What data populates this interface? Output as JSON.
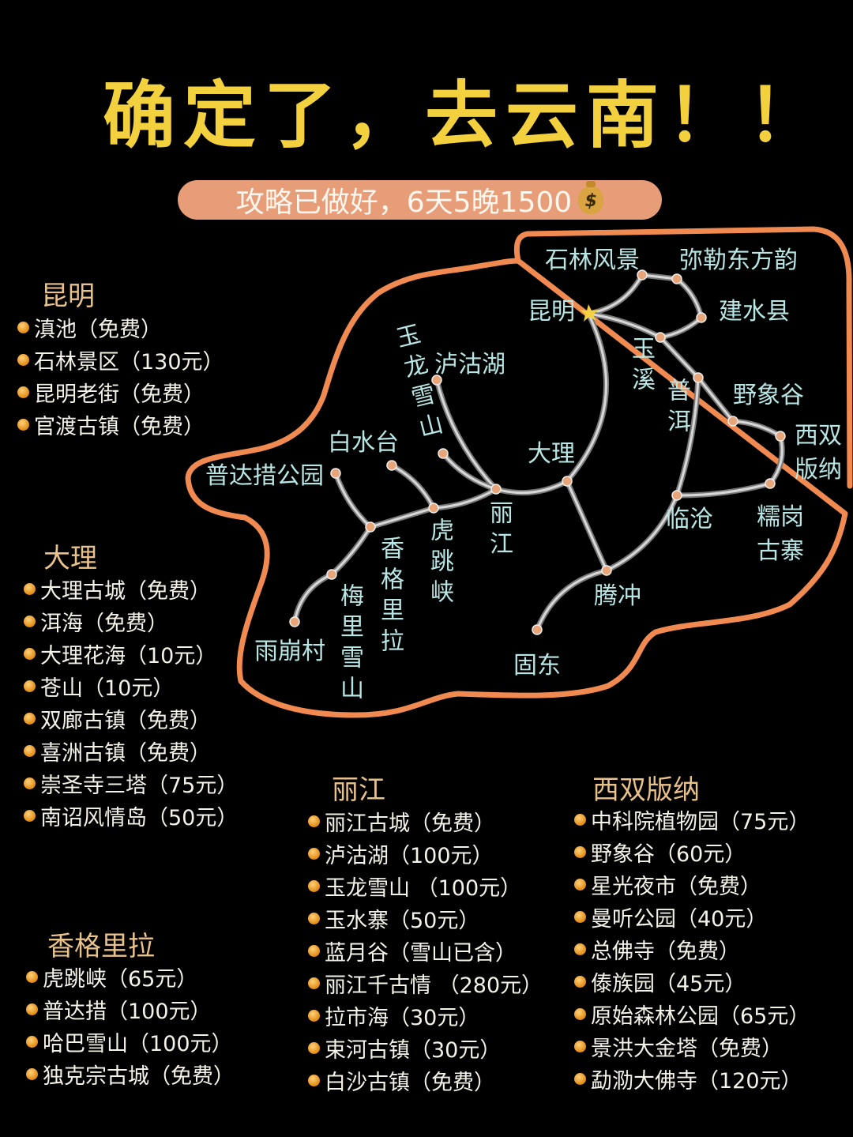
{
  "title": "确定了，去云南！！",
  "subtitle": "攻略已做好，6天5晚1500",
  "subtitle_icon": "money-bag-icon",
  "colors": {
    "title": "#f2d03e",
    "pill": "#e79d78",
    "outline": "#f08a50",
    "route": "#c8c8c8",
    "node": "#e9a57a",
    "map_label": "#b8e6e4",
    "section_header": "#e8c28a",
    "bullet": "#e28a12"
  },
  "map": {
    "labels": [
      "石林风景",
      "弥勒东方韵",
      "昆明",
      "建水县",
      "玉溪",
      "普洱",
      "野象谷",
      "西双版纳",
      "泸沽湖",
      "玉龙雪山",
      "白水台",
      "大理",
      "普达措公园",
      "丽江",
      "虎跳峡",
      "香格里拉",
      "梅里雪山",
      "雨崩村",
      "临沧",
      "糯岗古寨",
      "腾冲",
      "固东"
    ]
  },
  "sections": [
    {
      "name": "昆明",
      "items": [
        "滇池（免费）",
        "石林景区（130元）",
        "昆明老街（免费）",
        "官渡古镇（免费）"
      ]
    },
    {
      "name": "大理",
      "items": [
        "大理古城（免费）",
        "洱海（免费）",
        "大理花海（10元）",
        "苍山（10元）",
        "双廊古镇（免费）",
        "喜洲古镇（免费）",
        "崇圣寺三塔（75元）",
        "南诏风情岛（50元）"
      ]
    },
    {
      "name": "香格里拉",
      "items": [
        "虎跳峡（65元）",
        "普达措（100元）",
        "哈巴雪山（100元）",
        "独克宗古城（免费）"
      ]
    },
    {
      "name": "丽江",
      "items": [
        "丽江古城（免费）",
        "泸沽湖（100元）",
        "玉龙雪山 （100元）",
        "玉水寨（50元）",
        "蓝月谷（雪山已含）",
        "丽江千古情 （280元）",
        "拉市海（30元）",
        "束河古镇（30元）",
        "白沙古镇（免费）"
      ]
    },
    {
      "name": "西双版纳",
      "items": [
        "中科院植物园（75元）",
        "野象谷（60元）",
        "星光夜市（免费）",
        "曼听公园（40元）",
        "总佛寺（免费）",
        "傣族园（45元）",
        "原始森林公园（65元）",
        "景洪大金塔（免费）",
        "勐泐大佛寺（120元）"
      ]
    }
  ]
}
